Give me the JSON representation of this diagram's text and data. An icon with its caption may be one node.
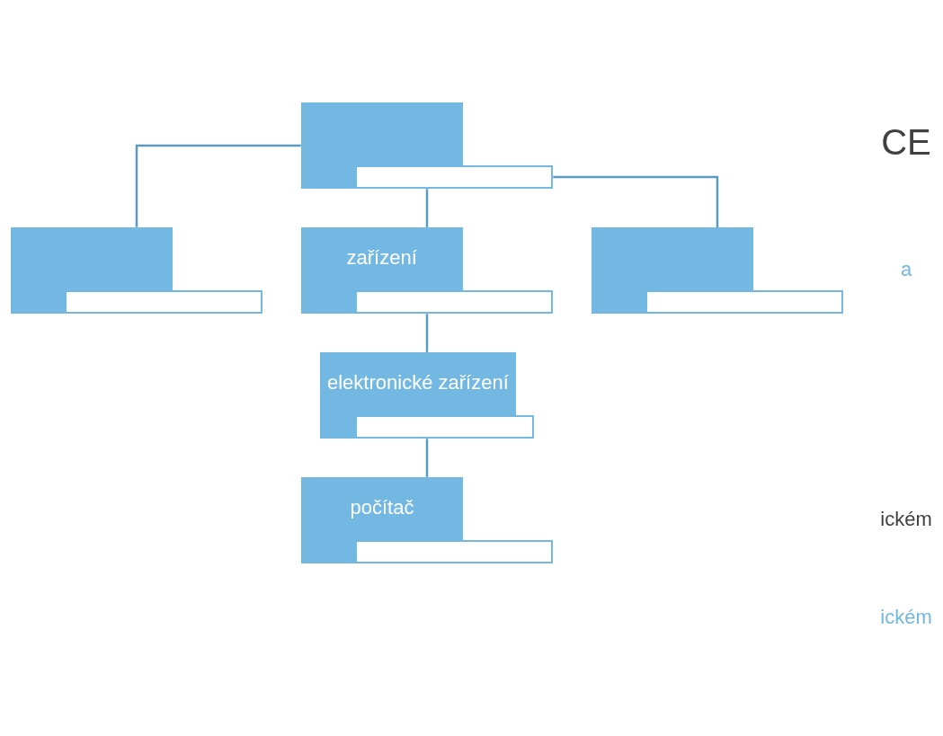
{
  "diagram": {
    "nodes": [
      {
        "text": [],
        "shape": "box"
      },
      {
        "text": [],
        "shape": "box"
      },
      {
        "text": [
          "zařízení"
        ]
      },
      {
        "text": [],
        "shape": "box"
      },
      {
        "text": [
          "elektronické zařízení"
        ]
      },
      {
        "text": [
          "počítač"
        ]
      }
    ],
    "edges": [
      {
        "from": 0,
        "to": 1,
        "arrow": "none"
      },
      {
        "from": 0,
        "to": 2,
        "arrow": "none"
      },
      {
        "from": 0,
        "to": 3,
        "arrow": "none"
      },
      {
        "from": 2,
        "to": 4,
        "arrow": "none"
      },
      {
        "from": 4,
        "to": 5,
        "arrow": "none"
      }
    ],
    "labels": [
      "CE",
      "a",
      "ickém",
      "ickém"
    ]
  }
}
